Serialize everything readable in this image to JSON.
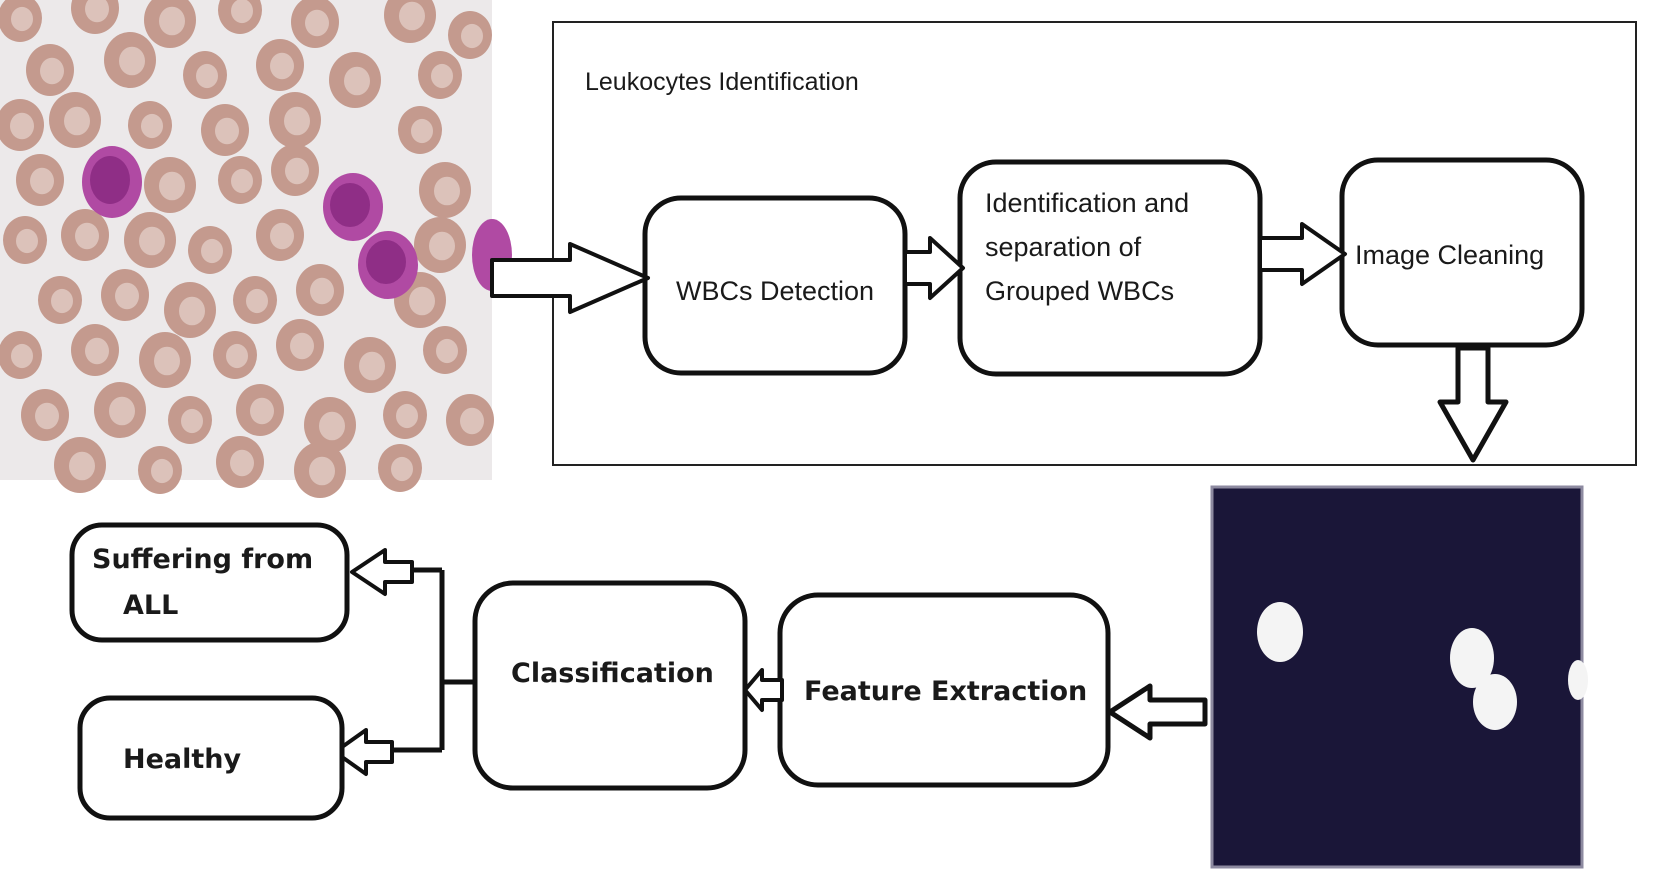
{
  "group": {
    "title": "Leukocytes Identification"
  },
  "nodes": {
    "wbc_detection": {
      "label": "WBCs Detection"
    },
    "identification": {
      "lines": [
        "Identification and",
        "separation of",
        "Grouped WBCs"
      ]
    },
    "image_cleaning": {
      "label": "Image Cleaning"
    },
    "feature_extraction": {
      "label": "Feature Extraction"
    },
    "classification": {
      "label": "Classification"
    },
    "suffering": {
      "lines": [
        "Suffering from",
        "ALL"
      ]
    },
    "healthy": {
      "label": "Healthy"
    }
  },
  "images": {
    "blood_smear": {
      "background": "#ece9ea",
      "rbc_color": "#c49a8e",
      "wbc_color": "#a63d9a"
    },
    "binary_mask": {
      "background": "#1a1638",
      "blob_color": "#f4f4f4"
    }
  },
  "colors": {
    "stroke": "#111111",
    "box_fill": "#ffffff"
  }
}
